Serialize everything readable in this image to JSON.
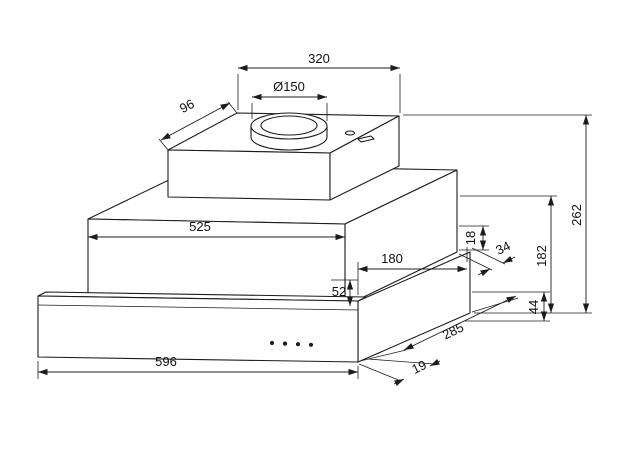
{
  "drawing": {
    "background": "#ffffff",
    "line_color": "#1c1c1c",
    "labels": {
      "top_width": "320",
      "duct_diameter": "Ø150",
      "duct_offset": "96",
      "body_width": "525",
      "total_height": "262",
      "rear_height": "182",
      "step_height": "18",
      "rear_offset": "34",
      "front_gap_height": "52",
      "inner_width": "180",
      "visor_height": "44",
      "front_panel_width": "596",
      "panel_thickness": "19",
      "body_depth": "285"
    }
  }
}
